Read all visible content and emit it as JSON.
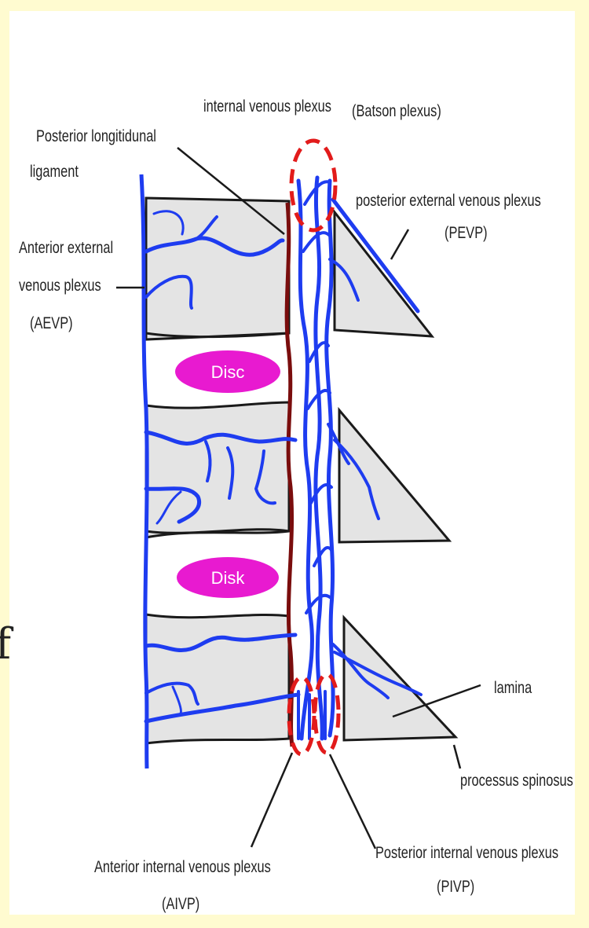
{
  "labels": {
    "internal": "internal venous plexus",
    "batson": "(Batson plexus)",
    "pll_1": "Posterior longitidunal",
    "pll_2": "ligament",
    "pevp_1": "posterior external venous plexus",
    "pevp_2": "(PEVP)",
    "aevp_1": "Anterior external",
    "aevp_2": "venous plexus",
    "aevp_3": "(AEVP)",
    "lamina": "lamina",
    "spinosus": "processus spinosus",
    "aivp_1": "Anterior internal venous plexus",
    "aivp_2": "(AIVP)",
    "pivp_1": "Posterior internal venous plexus",
    "pivp_2": "(PIVP)"
  },
  "discs": [
    "Disc",
    "Disk"
  ],
  "stray_glyph": "f",
  "colors": {
    "vein": "#1e3cf0",
    "ligament": "#7a0d0d",
    "bone": "#e4e4e4",
    "disc": "#e81ad0",
    "highlight": "#e21b1b",
    "frame": "#fffbd0"
  }
}
